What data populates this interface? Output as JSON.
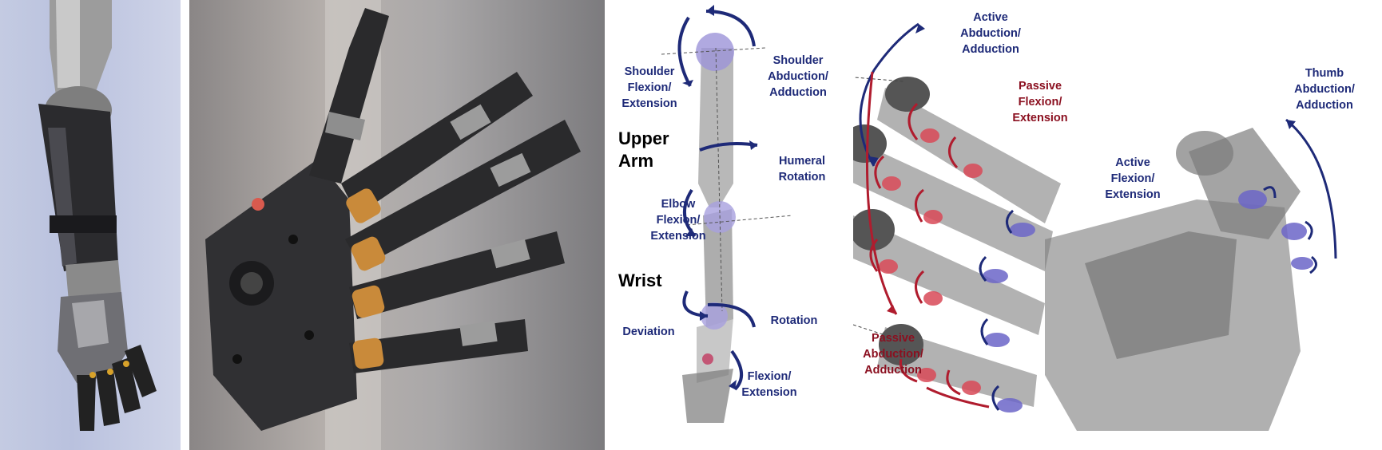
{
  "colors": {
    "active_blue": "#1e2a78",
    "passive_red": "#b01c2e",
    "text_black": "#000000"
  },
  "arm_diagram": {
    "section_upper_arm": "Upper\nArm",
    "section_wrist": "Wrist",
    "shoulder_flexion": "Shoulder\nFlexion/\nExtension",
    "shoulder_abduction": "Shoulder\nAbduction/\nAdduction",
    "humeral_rotation": "Humeral\nRotation",
    "elbow_flexion": "Elbow\nFlexion/\nExtension",
    "wrist_deviation": "Deviation",
    "wrist_rotation": "Rotation",
    "wrist_flexion": "Flexion/\nExtension"
  },
  "hand_diagram": {
    "active_abduction": "Active\nAbduction/\nAdduction",
    "passive_flexion": "Passive\nFlexion/\nExtension",
    "active_flexion": "Active\nFlexion/\nExtension",
    "thumb_abduction": "Thumb\nAbduction/\nAdduction",
    "passive_abduction": "Passive\nAbduction/\nAdduction"
  }
}
